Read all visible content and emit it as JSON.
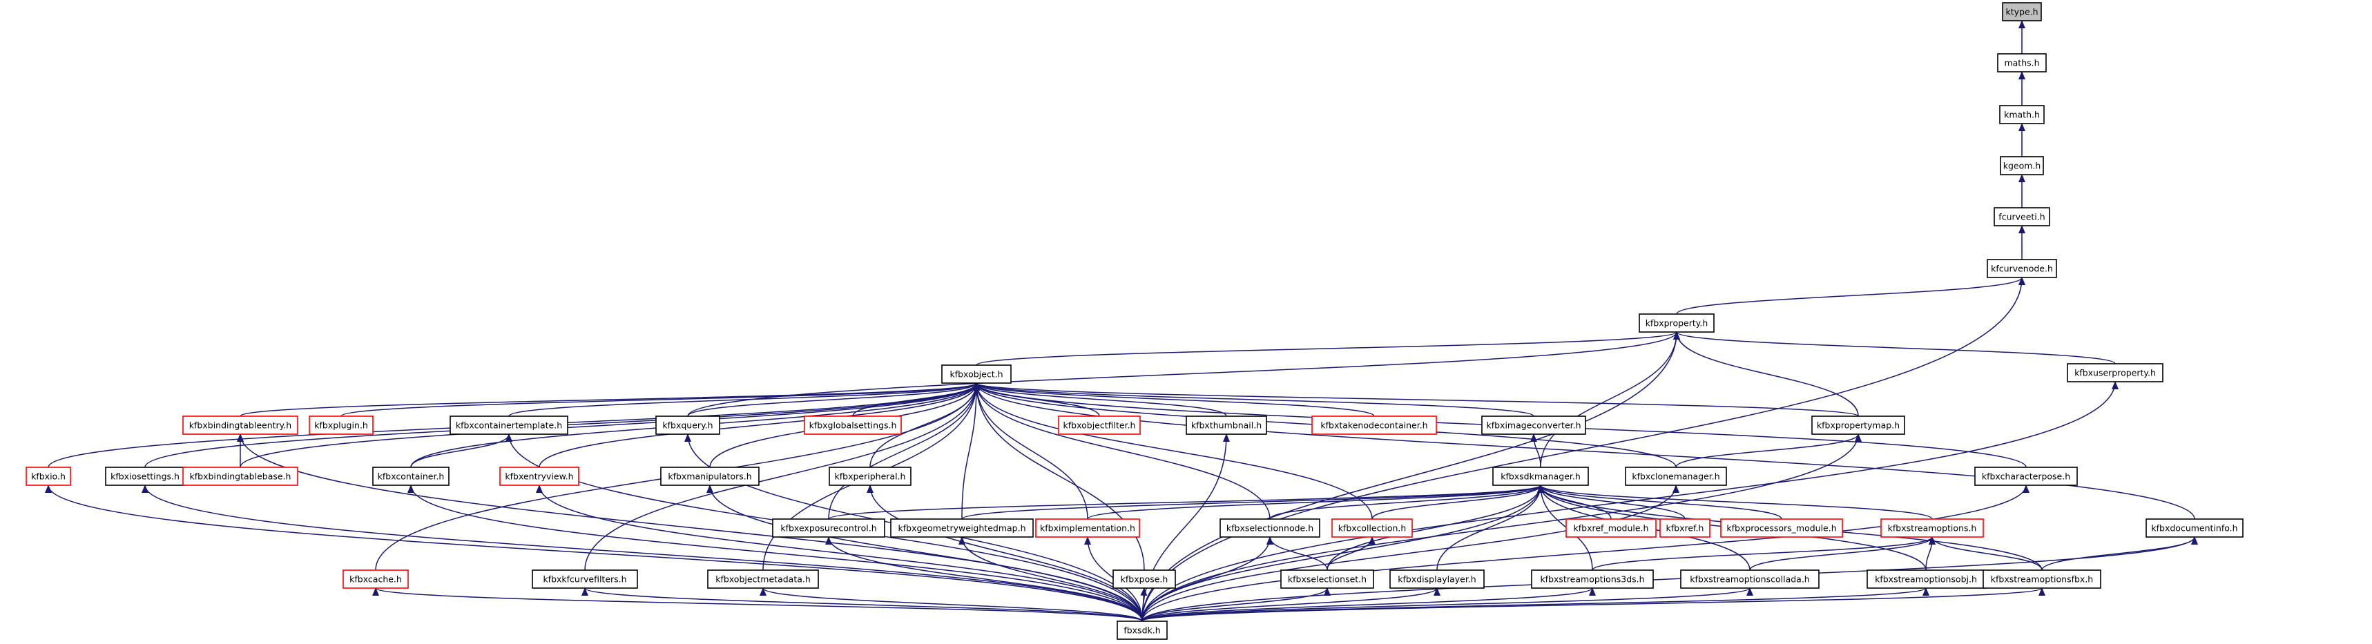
{
  "colors": {
    "edge": "#191970",
    "node_border": "#000000",
    "incomplete_border": "#ff0000",
    "root_fill": "#bfbfbf",
    "background": "#ffffff"
  },
  "nodes": [
    {
      "id": "ktype",
      "label": "ktype.h",
      "kind": "root"
    },
    {
      "id": "maths",
      "label": "maths.h",
      "kind": "black"
    },
    {
      "id": "kmath",
      "label": "kmath.h",
      "kind": "black"
    },
    {
      "id": "kgeom",
      "label": "kgeom.h",
      "kind": "black"
    },
    {
      "id": "fcurveeti",
      "label": "fcurveeti.h",
      "kind": "black"
    },
    {
      "id": "kfcurvenode",
      "label": "kfcurvenode.h",
      "kind": "black"
    },
    {
      "id": "kfbxproperty",
      "label": "kfbxproperty.h",
      "kind": "black"
    },
    {
      "id": "kfbxobject",
      "label": "kfbxobject.h",
      "kind": "black"
    },
    {
      "id": "kfbxuserproperty",
      "label": "kfbxuserproperty.h",
      "kind": "black"
    },
    {
      "id": "kfbxbindingtableentry",
      "label": "kfbxbindingtableentry.h",
      "kind": "red"
    },
    {
      "id": "kfbxplugin",
      "label": "kfbxplugin.h",
      "kind": "red"
    },
    {
      "id": "kfbxcontainertemplate",
      "label": "kfbxcontainertemplate.h",
      "kind": "black"
    },
    {
      "id": "kfbxquery",
      "label": "kfbxquery.h",
      "kind": "black"
    },
    {
      "id": "kfbxglobalsettings",
      "label": "kfbxglobalsettings.h",
      "kind": "red"
    },
    {
      "id": "kfbxobjectfilter",
      "label": "kfbxobjectfilter.h",
      "kind": "red"
    },
    {
      "id": "kfbxthumbnail",
      "label": "kfbxthumbnail.h",
      "kind": "black"
    },
    {
      "id": "kfbxtakenodecontainer",
      "label": "kfbxtakenodecontainer.h",
      "kind": "red"
    },
    {
      "id": "kfbximageconverter",
      "label": "kfbximageconverter.h",
      "kind": "black"
    },
    {
      "id": "kfbxpropertymap",
      "label": "kfbxpropertymap.h",
      "kind": "black"
    },
    {
      "id": "kfbxio",
      "label": "kfbxio.h",
      "kind": "red"
    },
    {
      "id": "kfbxiosettings",
      "label": "kfbxiosettings.h",
      "kind": "black"
    },
    {
      "id": "kfbxbindingtablebase",
      "label": "kfbxbindingtablebase.h",
      "kind": "red"
    },
    {
      "id": "kfbxcontainer",
      "label": "kfbxcontainer.h",
      "kind": "black"
    },
    {
      "id": "kfbxentryview",
      "label": "kfbxentryview.h",
      "kind": "red"
    },
    {
      "id": "kfbxmanipulators",
      "label": "kfbxmanipulators.h",
      "kind": "black"
    },
    {
      "id": "kfbxperipheral",
      "label": "kfbxperipheral.h",
      "kind": "black"
    },
    {
      "id": "kfbxsdkmanager",
      "label": "kfbxsdkmanager.h",
      "kind": "black"
    },
    {
      "id": "kfbxclonemanager",
      "label": "kfbxclonemanager.h",
      "kind": "black"
    },
    {
      "id": "kfbxcharacterpose",
      "label": "kfbxcharacterpose.h",
      "kind": "black"
    },
    {
      "id": "kfbxexposurecontrol",
      "label": "kfbxexposurecontrol.h",
      "kind": "black"
    },
    {
      "id": "kfbxgeometryweightedmap",
      "label": "kfbxgeometryweightedmap.h",
      "kind": "black"
    },
    {
      "id": "kfbximplementation",
      "label": "kfbximplementation.h",
      "kind": "red"
    },
    {
      "id": "kfbxselectionnode",
      "label": "kfbxselectionnode.h",
      "kind": "black"
    },
    {
      "id": "kfbxcollection",
      "label": "kfbxcollection.h",
      "kind": "red"
    },
    {
      "id": "kfbxref_module",
      "label": "kfbxref_module.h",
      "kind": "red"
    },
    {
      "id": "kfbxref",
      "label": "kfbxref.h",
      "kind": "red"
    },
    {
      "id": "kfbxprocessors_module",
      "label": "kfbxprocessors_module.h",
      "kind": "red"
    },
    {
      "id": "kfbxstreamoptions",
      "label": "kfbxstreamoptions.h",
      "kind": "red"
    },
    {
      "id": "kfbxdocumentinfo",
      "label": "kfbxdocumentinfo.h",
      "kind": "black"
    },
    {
      "id": "kfbxcache",
      "label": "kfbxcache.h",
      "kind": "red"
    },
    {
      "id": "kfbxkfcurvefilters",
      "label": "kfbxkfcurvefilters.h",
      "kind": "black"
    },
    {
      "id": "kfbxobjectmetadata",
      "label": "kfbxobjectmetadata.h",
      "kind": "black"
    },
    {
      "id": "kfbxpose",
      "label": "kfbxpose.h",
      "kind": "black"
    },
    {
      "id": "kfbxselectionset",
      "label": "kfbxselectionset.h",
      "kind": "black"
    },
    {
      "id": "kfbxdisplaylayer",
      "label": "kfbxdisplaylayer.h",
      "kind": "black"
    },
    {
      "id": "kfbxstreamoptions3ds",
      "label": "kfbxstreamoptions3ds.h",
      "kind": "black"
    },
    {
      "id": "kfbxstreamoptionscollada",
      "label": "kfbxstreamoptionscollada.h",
      "kind": "black"
    },
    {
      "id": "kfbxstreamoptionsobj",
      "label": "kfbxstreamoptionsobj.h",
      "kind": "black"
    },
    {
      "id": "kfbxstreamoptionsfbx",
      "label": "kfbxstreamoptionsfbx.h",
      "kind": "black"
    },
    {
      "id": "fbxsdk",
      "label": "fbxsdk.h",
      "kind": "black"
    }
  ],
  "edges": [
    [
      "maths",
      "ktype"
    ],
    [
      "kmath",
      "maths"
    ],
    [
      "kgeom",
      "kmath"
    ],
    [
      "fcurveeti",
      "kgeom"
    ],
    [
      "kfcurvenode",
      "fcurveeti"
    ],
    [
      "kfbxproperty",
      "kfcurvenode"
    ],
    [
      "fbxsdk",
      "kfcurvenode"
    ],
    [
      "kfbxobject",
      "kfbxproperty"
    ],
    [
      "kfbxuserproperty",
      "kfbxproperty"
    ],
    [
      "kfbxpropertymap",
      "kfbxproperty"
    ],
    [
      "kfbxsdkmanager",
      "kfbxproperty"
    ],
    [
      "fbxsdk",
      "kfbxproperty"
    ],
    [
      "kfbxquery",
      "kfbxproperty"
    ],
    [
      "kfbxbindingtableentry",
      "kfbxobject"
    ],
    [
      "kfbxplugin",
      "kfbxobject"
    ],
    [
      "kfbxcontainertemplate",
      "kfbxobject"
    ],
    [
      "kfbxquery",
      "kfbxobject"
    ],
    [
      "kfbxglobalsettings",
      "kfbxobject"
    ],
    [
      "kfbxobjectfilter",
      "kfbxobject"
    ],
    [
      "kfbxthumbnail",
      "kfbxobject"
    ],
    [
      "kfbxtakenodecontainer",
      "kfbxobject"
    ],
    [
      "kfbximageconverter",
      "kfbxobject"
    ],
    [
      "kfbxpropertymap",
      "kfbxobject"
    ],
    [
      "kfbxio",
      "kfbxobject"
    ],
    [
      "kfbxiosettings",
      "kfbxobject"
    ],
    [
      "kfbxbindingtablebase",
      "kfbxobject"
    ],
    [
      "kfbxcontainer",
      "kfbxobject"
    ],
    [
      "kfbxentryview",
      "kfbxobject"
    ],
    [
      "kfbxmanipulators",
      "kfbxobject"
    ],
    [
      "kfbxperipheral",
      "kfbxobject"
    ],
    [
      "kfbxclonemanager",
      "kfbxobject"
    ],
    [
      "kfbxcharacterpose",
      "kfbxobject"
    ],
    [
      "kfbxexposurecontrol",
      "kfbxobject"
    ],
    [
      "kfbxgeometryweightedmap",
      "kfbxobject"
    ],
    [
      "kfbximplementation",
      "kfbxobject"
    ],
    [
      "kfbxselectionnode",
      "kfbxobject"
    ],
    [
      "kfbxcollection",
      "kfbxobject"
    ],
    [
      "kfbxdocumentinfo",
      "kfbxobject"
    ],
    [
      "kfbxcache",
      "kfbxobject"
    ],
    [
      "kfbxkfcurvefilters",
      "kfbxobject"
    ],
    [
      "kfbxobjectmetadata",
      "kfbxobject"
    ],
    [
      "kfbxpose",
      "kfbxobject"
    ],
    [
      "kfbxclonemanager",
      "kfbxpropertymap"
    ],
    [
      "kfbxsdkmanager",
      "kfbximageconverter"
    ],
    [
      "kfbxbindingtablebase",
      "kfbxbindingtableentry"
    ],
    [
      "kfbxcontainer",
      "kfbxcontainertemplate"
    ],
    [
      "kfbxexposurecontrol",
      "kfbxsdkmanager"
    ],
    [
      "kfbxgeometryweightedmap",
      "kfbxsdkmanager"
    ],
    [
      "kfbximplementation",
      "kfbxsdkmanager"
    ],
    [
      "kfbxselectionnode",
      "kfbxsdkmanager"
    ],
    [
      "kfbxcollection",
      "kfbxsdkmanager"
    ],
    [
      "kfbxref_module",
      "kfbxsdkmanager"
    ],
    [
      "kfbxref",
      "kfbxsdkmanager"
    ],
    [
      "kfbxprocessors_module",
      "kfbxsdkmanager"
    ],
    [
      "kfbxstreamoptions",
      "kfbxsdkmanager"
    ],
    [
      "kfbxselectionset",
      "kfbxsdkmanager"
    ],
    [
      "kfbxdisplaylayer",
      "kfbxsdkmanager"
    ],
    [
      "kfbxstreamoptions3ds",
      "kfbxsdkmanager"
    ],
    [
      "kfbxstreamoptionscollada",
      "kfbxsdkmanager"
    ],
    [
      "kfbxstreamoptionsobj",
      "kfbxsdkmanager"
    ],
    [
      "kfbxstreamoptionsfbx",
      "kfbxsdkmanager"
    ],
    [
      "fbxsdk",
      "kfbxsdkmanager"
    ],
    [
      "kfbxstreamoptions3ds",
      "kfbxstreamoptions"
    ],
    [
      "kfbxstreamoptionscollada",
      "kfbxstreamoptions"
    ],
    [
      "kfbxstreamoptionsobj",
      "kfbxstreamoptions"
    ],
    [
      "kfbxstreamoptionsfbx",
      "kfbxstreamoptions"
    ],
    [
      "kfbxstreamoptionsfbx",
      "kfbxdocumentinfo"
    ],
    [
      "fbxsdk",
      "kfbxdocumentinfo"
    ],
    [
      "kfbxselectionset",
      "kfbxselectionnode"
    ],
    [
      "kfbxselectionset",
      "kfbxcollection"
    ],
    [
      "fbxsdk",
      "kfbxpose"
    ],
    [
      "fbxsdk",
      "kfbxio"
    ],
    [
      "fbxsdk",
      "kfbxiosettings"
    ],
    [
      "fbxsdk",
      "kfbxbindingtableentry"
    ],
    [
      "fbxsdk",
      "kfbxcontainer"
    ],
    [
      "fbxsdk",
      "kfbxcontainertemplate"
    ],
    [
      "fbxsdk",
      "kfbxentryview"
    ],
    [
      "fbxsdk",
      "kfbxquery"
    ],
    [
      "fbxsdk",
      "kfbxmanipulators"
    ],
    [
      "fbxsdk",
      "kfbxcache"
    ],
    [
      "fbxsdk",
      "kfbxkfcurvefilters"
    ],
    [
      "fbxsdk",
      "kfbxobjectmetadata"
    ],
    [
      "fbxsdk",
      "kfbxexposurecontrol"
    ],
    [
      "fbxsdk",
      "kfbxgeometryweightedmap"
    ],
    [
      "fbxsdk",
      "kfbximplementation"
    ],
    [
      "fbxsdk",
      "kfbxselectionnode"
    ],
    [
      "fbxsdk",
      "kfbxselectionset"
    ],
    [
      "fbxsdk",
      "kfbxdisplaylayer"
    ],
    [
      "fbxsdk",
      "kfbxstreamoptions3ds"
    ],
    [
      "fbxsdk",
      "kfbxstreamoptionscollada"
    ],
    [
      "fbxsdk",
      "kfbxstreamoptionsobj"
    ],
    [
      "fbxsdk",
      "kfbxstreamoptionsfbx"
    ],
    [
      "fbxsdk",
      "kfbxuserproperty"
    ],
    [
      "fbxsdk",
      "kfbxpropertymap"
    ],
    [
      "fbxsdk",
      "kfbxcharacterpose"
    ],
    [
      "fbxsdk",
      "kfbxthumbnail"
    ],
    [
      "fbxsdk",
      "kfbxclonemanager"
    ],
    [
      "fbxsdk",
      "kfbxperipheral"
    ]
  ]
}
